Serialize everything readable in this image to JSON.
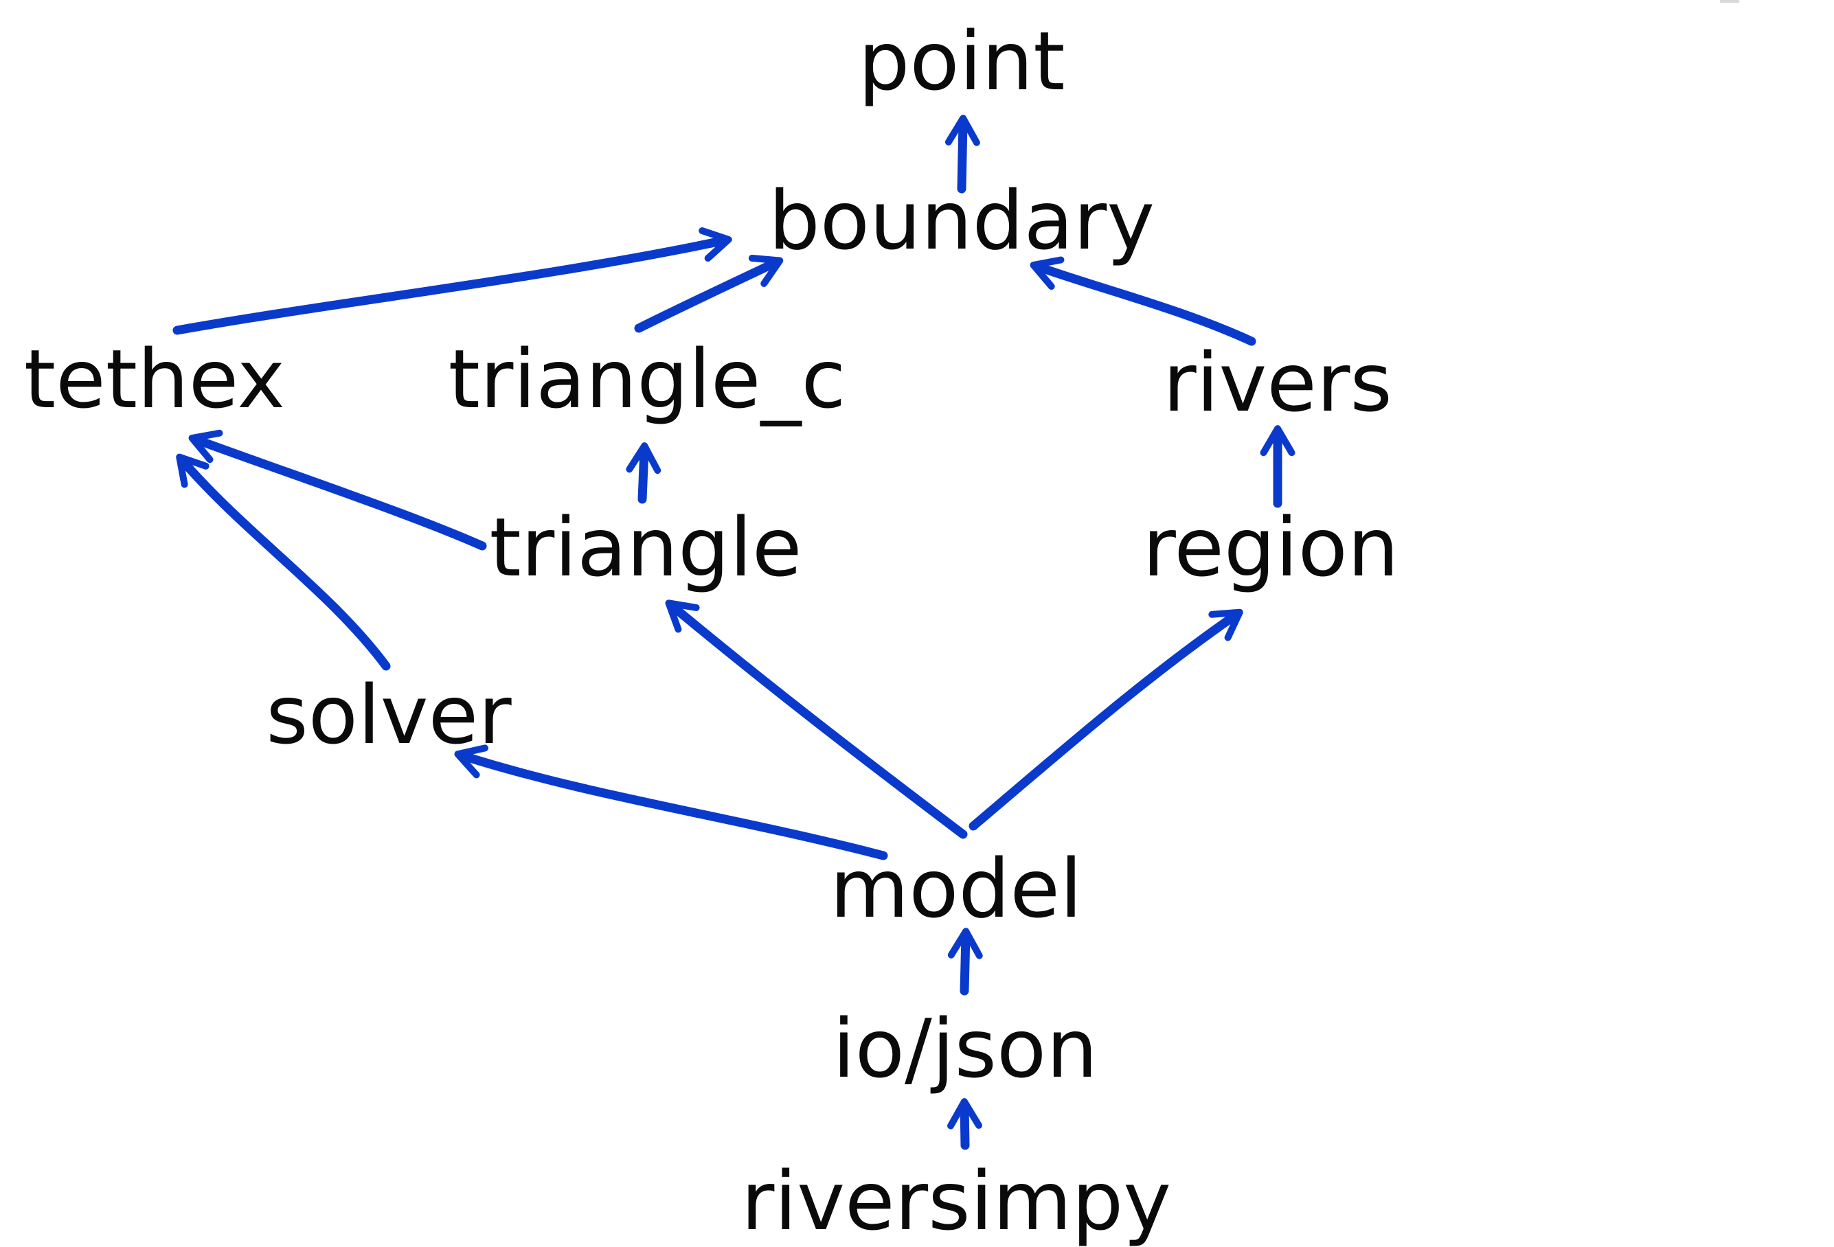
{
  "nodes": {
    "point": "point",
    "boundary": "boundary",
    "tethex": "tethex",
    "triangle_c": "triangle_c",
    "rivers": "rivers",
    "triangle": "triangle",
    "region": "region",
    "solver": "solver",
    "model": "model",
    "io_json": "io/json",
    "riversimpy": "riversimpy"
  },
  "edges": [
    {
      "from": "boundary",
      "to": "point"
    },
    {
      "from": "tethex",
      "to": "boundary"
    },
    {
      "from": "triangle_c",
      "to": "boundary"
    },
    {
      "from": "rivers",
      "to": "boundary"
    },
    {
      "from": "triangle",
      "to": "triangle_c"
    },
    {
      "from": "region",
      "to": "rivers"
    },
    {
      "from": "triangle",
      "to": "tethex"
    },
    {
      "from": "solver",
      "to": "tethex"
    },
    {
      "from": "model",
      "to": "triangle"
    },
    {
      "from": "model",
      "to": "region"
    },
    {
      "from": "model",
      "to": "solver"
    },
    {
      "from": "io_json",
      "to": "model"
    },
    {
      "from": "riversimpy",
      "to": "io_json"
    }
  ],
  "colors": {
    "edge": "#0a3acc",
    "text": "#0a0a0a",
    "background": "#ffffff"
  }
}
